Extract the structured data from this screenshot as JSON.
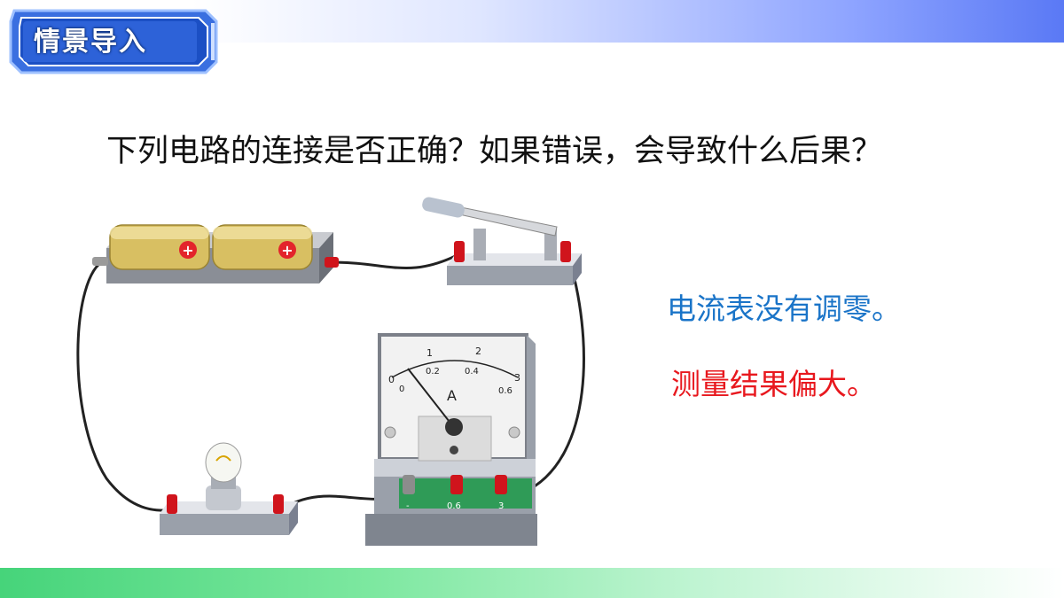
{
  "header": {
    "title": "情景导入"
  },
  "question": "下列电路的连接是否正确？如果错误，会导致什么后果？",
  "answers": {
    "line1": "电流表没有调零。",
    "line2": "测量结果偏大。"
  },
  "ammeter": {
    "unit": "A",
    "scale_top": [
      "0",
      "1",
      "2",
      "3"
    ],
    "scale_bottom": [
      "0",
      "0.2",
      "0.4",
      "0.6"
    ],
    "terminals": [
      "-",
      "0.6",
      "3"
    ]
  },
  "colors": {
    "title_bg": "#1b4fc4",
    "answer1": "#1a74c8",
    "answer2": "#e8181e",
    "terminal_red": "#d0141c",
    "meter_green": "#2f9b57"
  }
}
